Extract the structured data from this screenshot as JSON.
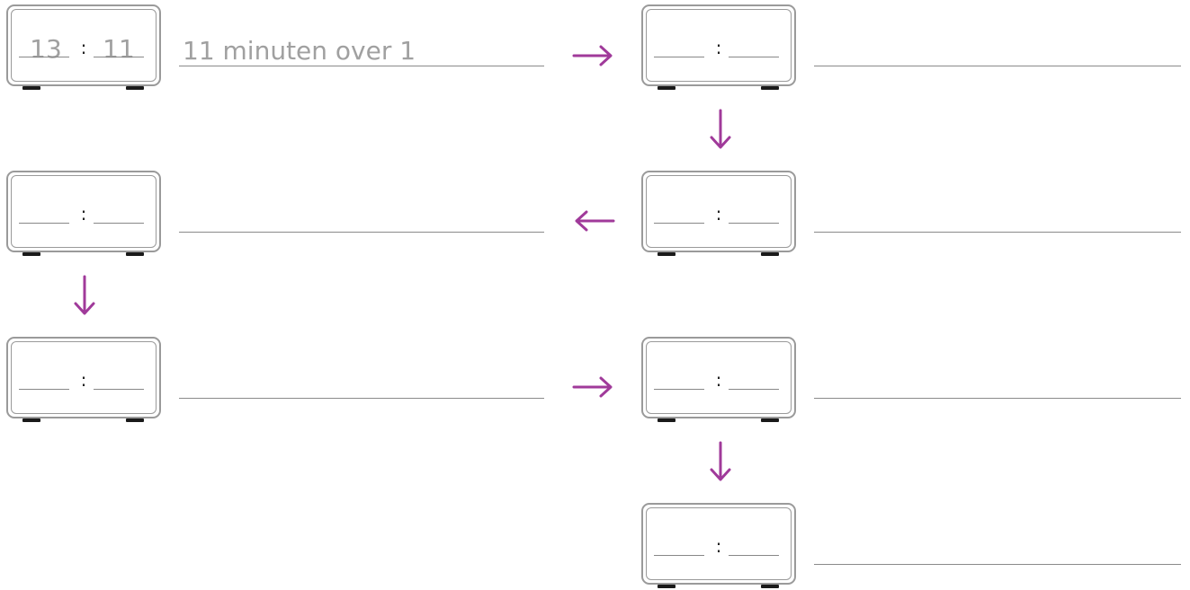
{
  "example": {
    "hours": "13",
    "colon": ":",
    "minutes": "11",
    "text": "11 minuten over 1"
  },
  "blank_colon": ":",
  "arrow_color": "#a03a9a",
  "frame_color": "#9a9a9a",
  "icons": {
    "right": "arrow-right-icon",
    "down": "arrow-down-icon",
    "left": "arrow-left-icon"
  }
}
